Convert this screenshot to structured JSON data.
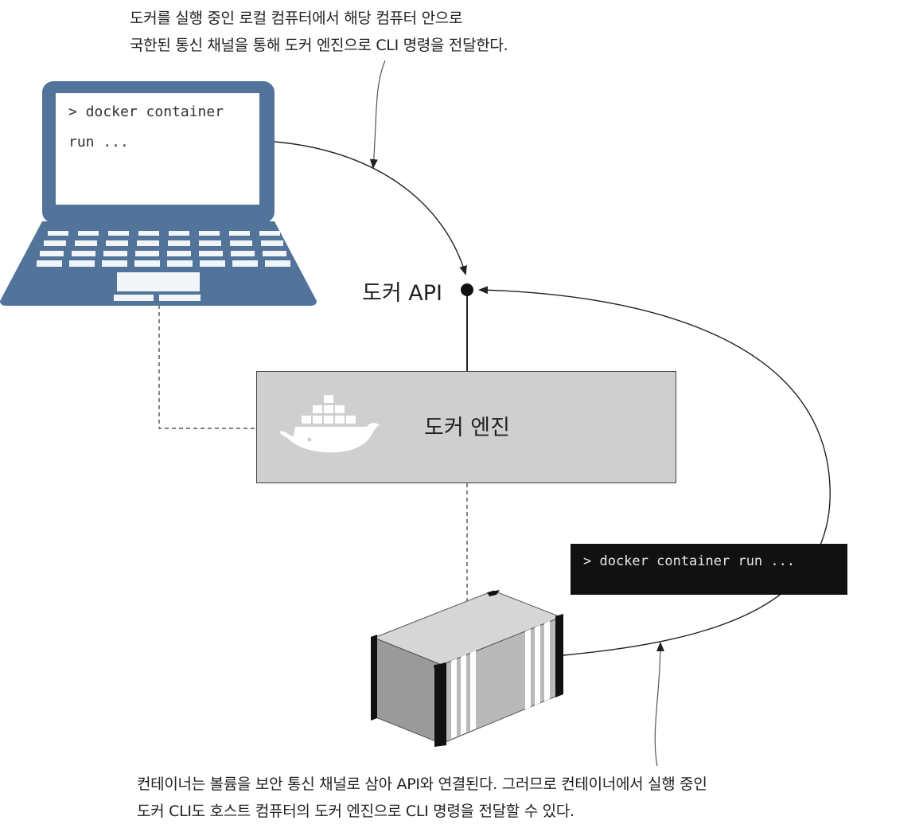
{
  "captions": {
    "top": [
      "도커를 실행 중인 로컬 컴퓨터에서 해당 컴퓨터 안으로",
      "국한된 통신 채널을 통해 도커 엔진으로 CLI 명령을 전달한다."
    ],
    "bottom": [
      "컨테이너는 볼륨을 보안 통신 채널로 삼아 API와 연결된다. 그러므로 컨테이너에서 실행 중인",
      "도커 CLI도 호스트 컴퓨터의 도커 엔진으로 CLI 명령을 전달할 수 있다."
    ]
  },
  "laptop": {
    "screen_text": "> docker container\nrun ...",
    "color": "#52749a"
  },
  "api": {
    "label": "도커 API"
  },
  "engine": {
    "label": "도커 엔진"
  },
  "container": {
    "command": "> docker container run ..."
  },
  "icons": {
    "laptop": "laptop-icon",
    "docker": "docker-whale-icon",
    "container": "shipping-container-icon"
  }
}
